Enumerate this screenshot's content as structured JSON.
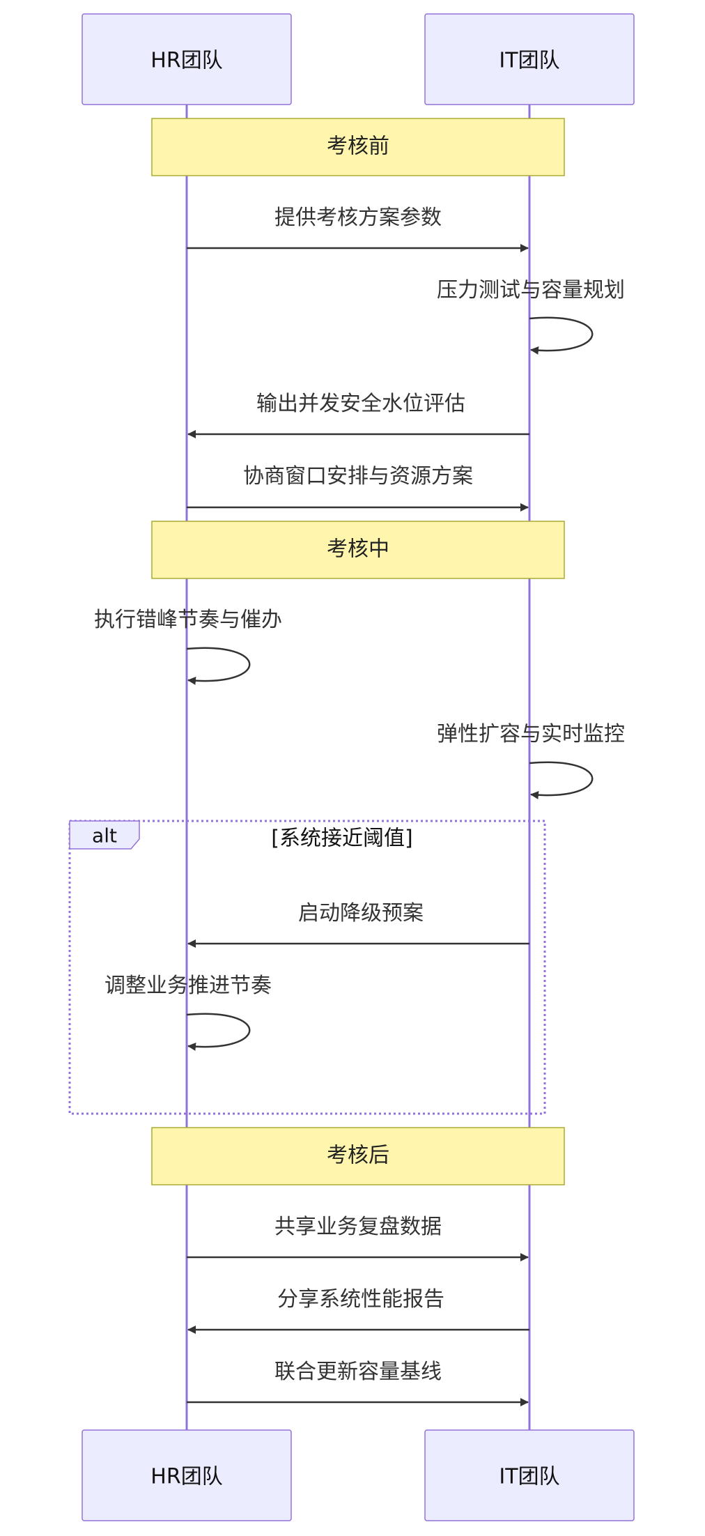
{
  "participants": [
    {
      "id": "hr",
      "label": "HR团队"
    },
    {
      "id": "it",
      "label": "IT团队"
    }
  ],
  "notes": {
    "before": "考核前",
    "during": "考核中",
    "after": "考核后"
  },
  "messages": {
    "m1": "提供考核方案参数",
    "m2": "压力测试与容量规划",
    "m3": "输出并发安全水位评估",
    "m4": "协商窗口安排与资源方案",
    "m5": "执行错峰节奏与催办",
    "m6": "弹性扩容与实时监控",
    "m7": "启动降级预案",
    "m8": "调整业务推进节奏",
    "m9": "共享业务复盘数据",
    "m10": "分享系统性能报告",
    "m11": "联合更新容量基线"
  },
  "alt_block": {
    "label": "alt",
    "condition": "[系统接近阈值]"
  },
  "colors": {
    "actor_fill": "#ececff",
    "actor_stroke": "#9370db",
    "note_fill": "#fff5ad",
    "note_stroke": "#aaaa33",
    "message": "#333333"
  }
}
